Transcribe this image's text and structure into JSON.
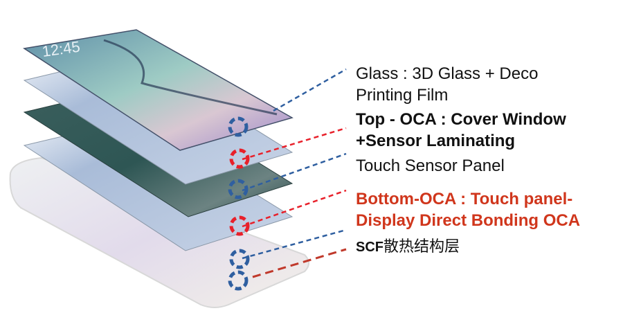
{
  "labels": {
    "glass_line1": "Glass : 3D Glass + Deco",
    "glass_line2": "Printing Film",
    "top_oca_line1": "Top - OCA : Cover Window",
    "top_oca_line2": "+Sensor Laminating",
    "touch_sensor": "Touch Sensor Panel",
    "bottom_oca_line1": "Bottom-OCA : Touch panel-",
    "bottom_oca_line2": "Display Direct Bonding OCA",
    "scf_prefix": "SCF",
    "scf_suffix": "散热结构层"
  },
  "screen_clock": "12:45",
  "colors": {
    "blue_marker": "#2f5fa0",
    "red_marker": "#e8202a",
    "red_text": "#d0361c",
    "dark_red_line": "#c0392b"
  }
}
